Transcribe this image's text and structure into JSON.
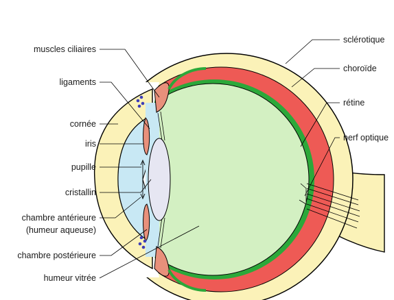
{
  "labels": {
    "left": {
      "muscles_ciliaires": "muscles ciliaires",
      "ligaments": "ligaments",
      "cornee": "cornée",
      "iris": "iris",
      "pupille": "pupille",
      "cristallin": "cristallin",
      "chambre_anterieure_1": "chambre antérieure",
      "chambre_anterieure_2": "(humeur aqueuse)",
      "chambre_posterieure": "chambre postérieure",
      "humeur_vitree": "humeur vitrée"
    },
    "right": {
      "sclerotique": "sclérotique",
      "choroide": "choroïde",
      "retine": "rétine",
      "nerf_optique": "nerf optique"
    }
  },
  "colors": {
    "sclera": "#FBF2B8",
    "choroid": "#EE5A55",
    "retina": "#2CA83A",
    "vitreous": "#D3F0C2",
    "aqueous": "#C8E8F4",
    "lens": "#E6E6F2",
    "iris": "#E8907B",
    "outline": "#000000",
    "label_text": "#1a1a1a",
    "dots": "#3D3DB8"
  }
}
